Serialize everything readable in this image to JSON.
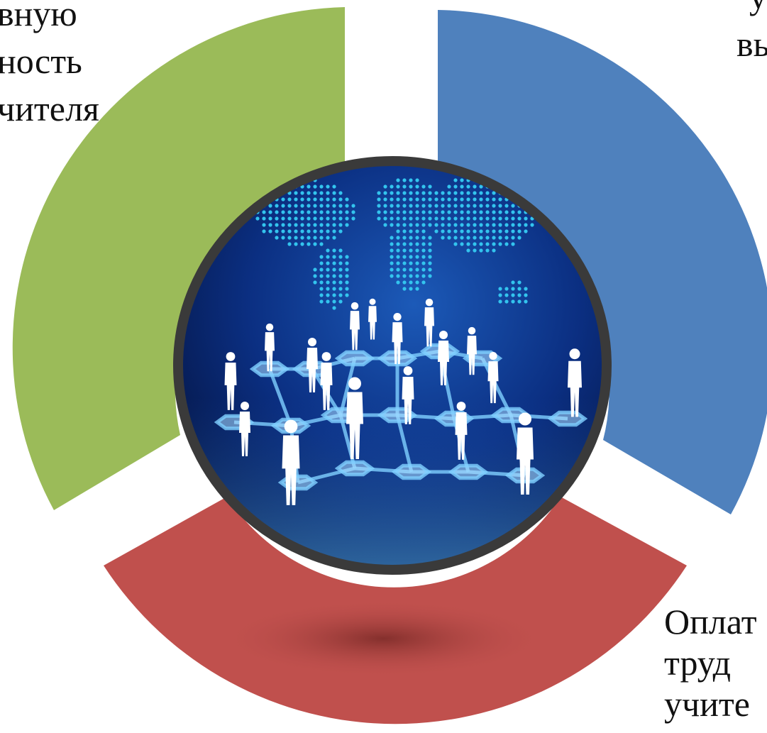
{
  "segments": [
    {
      "id": "green",
      "color": "#9bbb59",
      "lines": [
        "вную",
        "ность",
        "чителя"
      ]
    },
    {
      "id": "blue",
      "color": "#4f81bd",
      "lines": [
        "у",
        "вы"
      ]
    },
    {
      "id": "red",
      "color": "#c0504d",
      "lines": [
        "Оплат",
        "труд",
        "учите"
      ]
    }
  ],
  "center_image": {
    "subject": "world map with network of people silhouettes",
    "ring_color": "#3a3a3a",
    "background_color": "#0a2a6e",
    "map_dot_color": "#33c4ee"
  }
}
